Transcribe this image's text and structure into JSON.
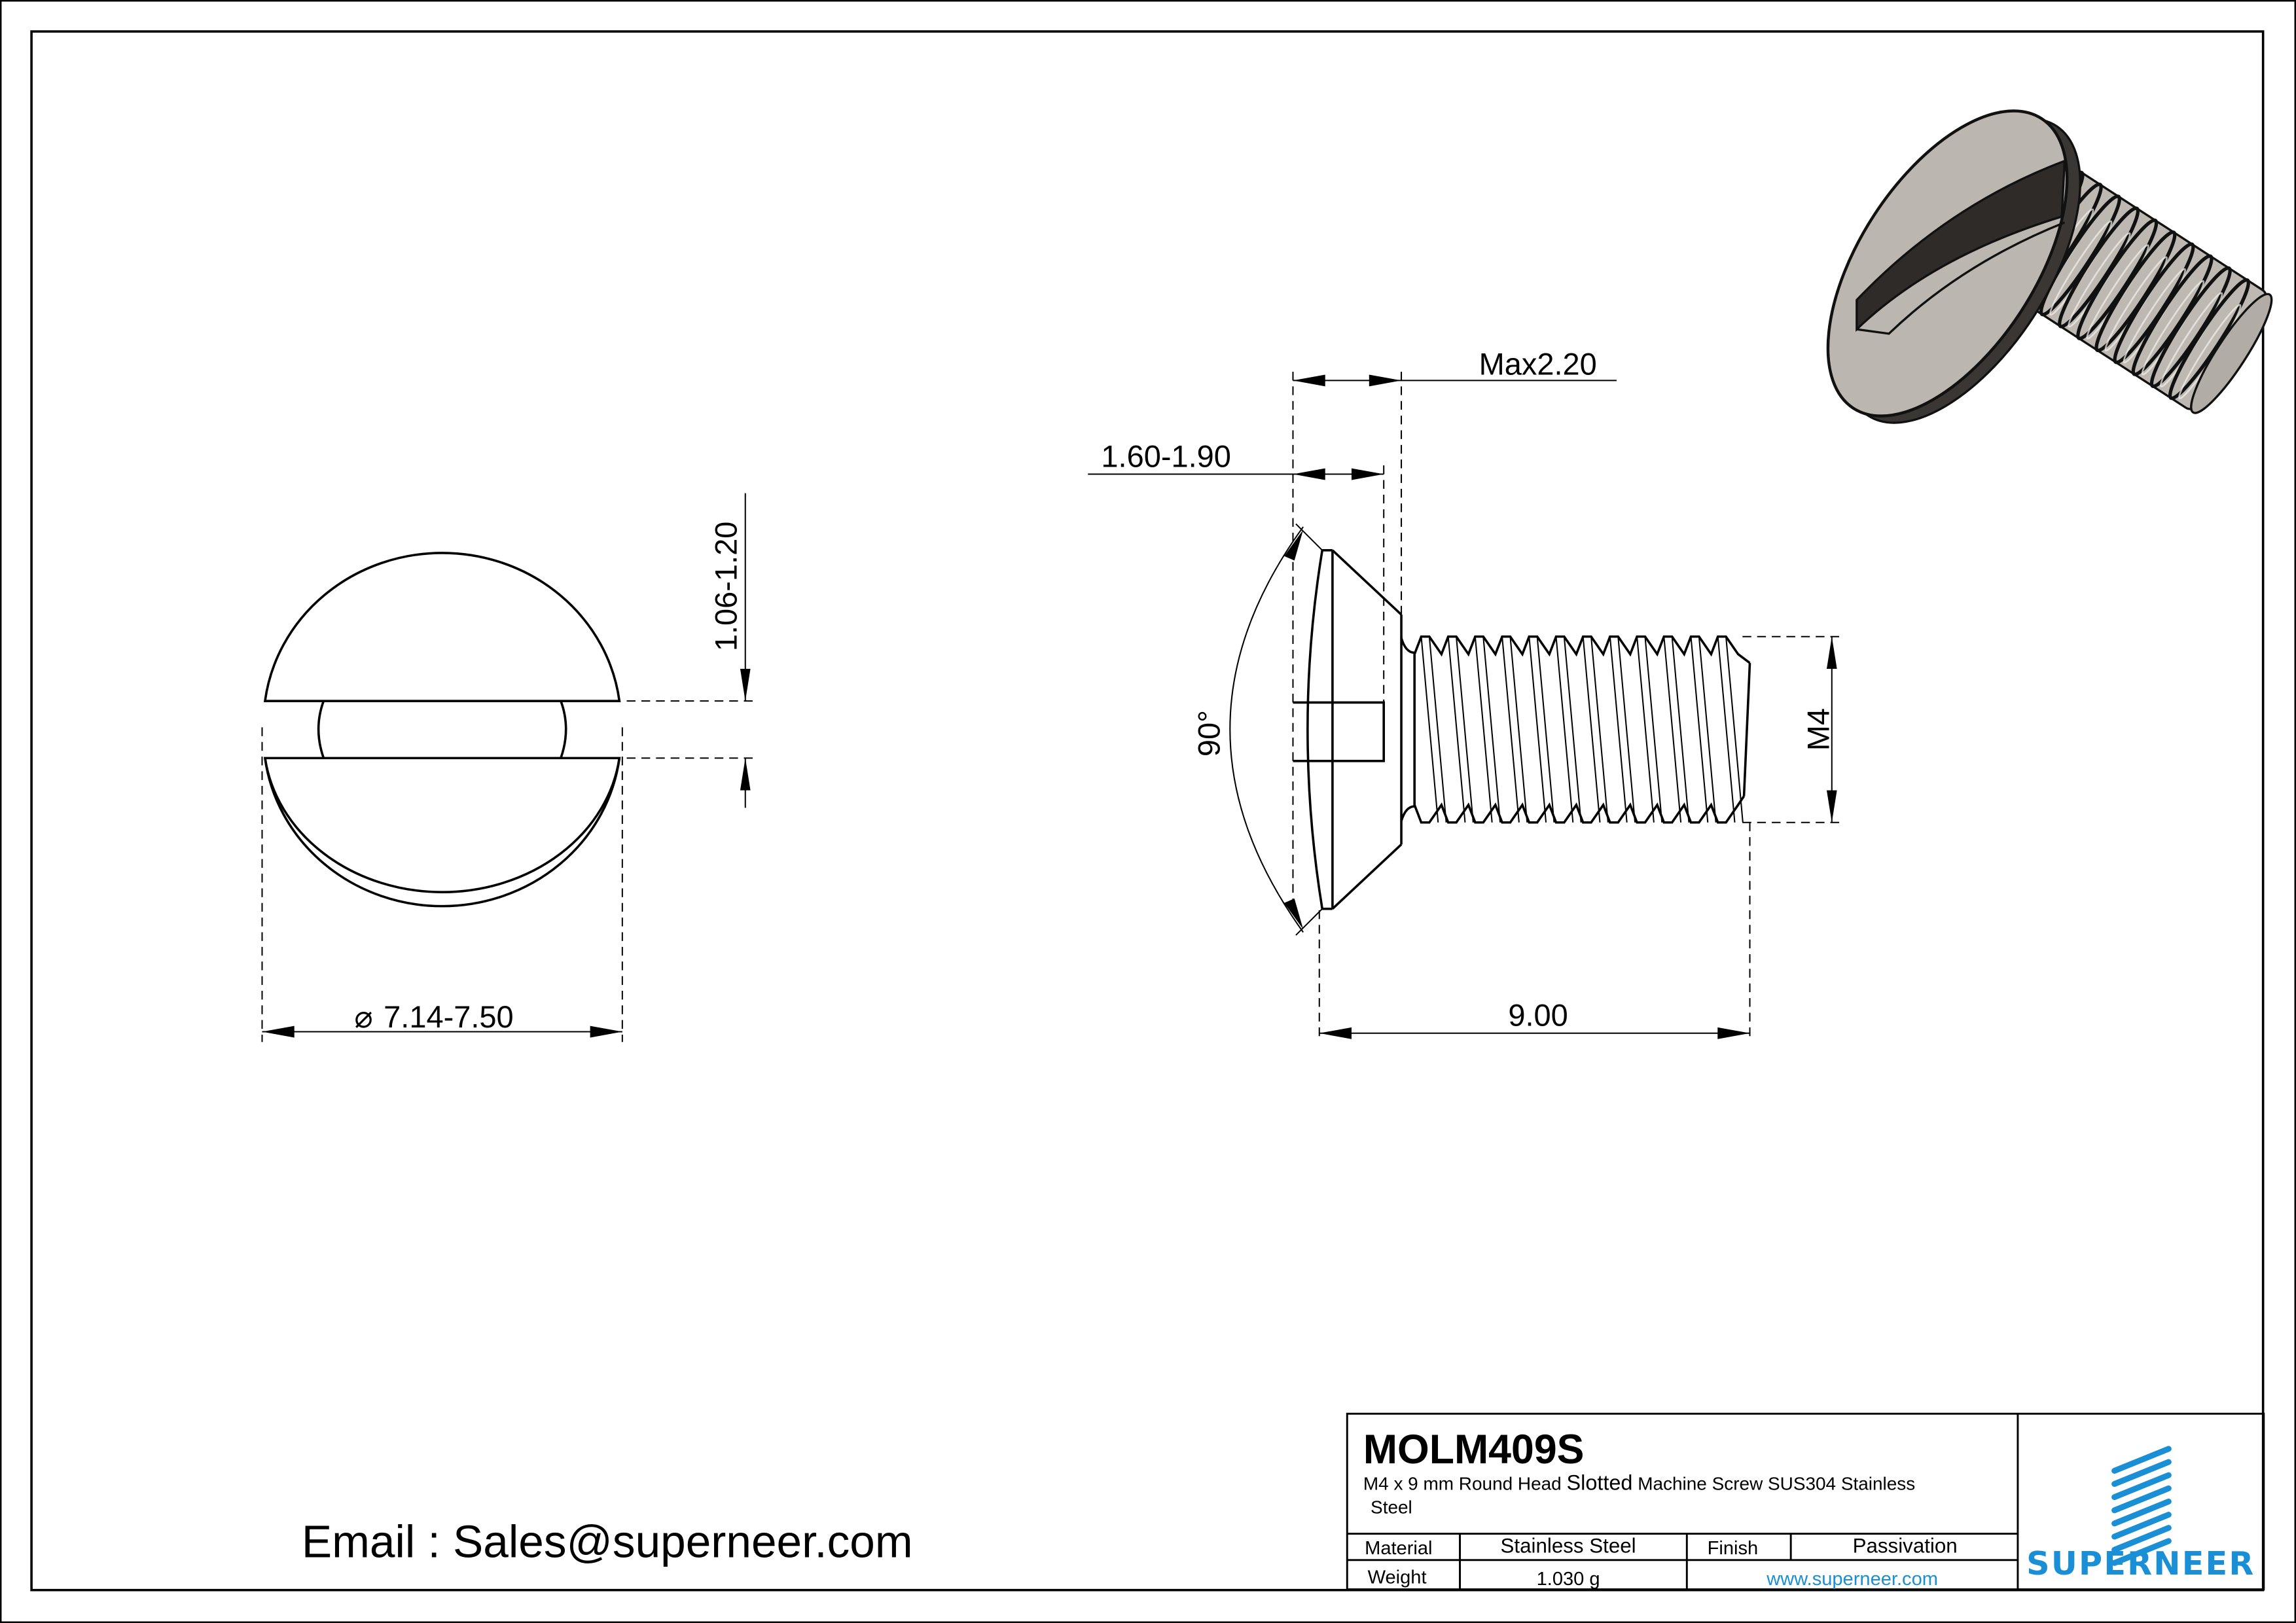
{
  "drawing": {
    "front_view": {
      "diameter_label": "7.14-7.50",
      "diameter_symbol": "⌀",
      "slot_width_label": "1.06-1.20"
    },
    "side_view": {
      "head_height_label": "Max2.20",
      "slot_depth_label": "1.60-1.90",
      "angle_label": "90°",
      "thread_label": "M4",
      "length_label": "9.00",
      "thread_crests": 12
    },
    "render_3d": {
      "description": "isometric render of slotted screw",
      "body_color": "#b9b4ae",
      "slot_color": "#2e2b29"
    }
  },
  "contact": {
    "email_line": "Email : Sales@superneer.com"
  },
  "title_block": {
    "part_number": "MOLM409S",
    "description_pre": "M4 x 9 mm Round Head ",
    "description_emph": "Slotted",
    "description_post": " Machine Screw SUS304 Stainless",
    "description_line2": "Steel",
    "rows": [
      {
        "label": "Material",
        "value": "Stainless Steel",
        "label2": "Finish",
        "value2": "Passivation"
      },
      {
        "label": "Weight",
        "value": "1.030 g",
        "website": "www.superneer.com"
      }
    ],
    "logo": {
      "name": "SUPERNEER",
      "stripes": 8,
      "color": "#1a8fd6"
    }
  }
}
